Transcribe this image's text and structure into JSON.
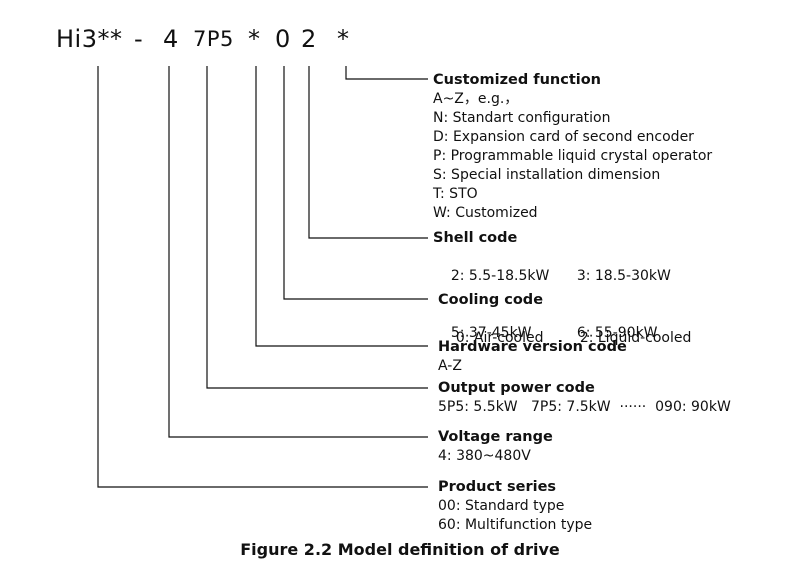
{
  "code": {
    "series": "Hi3**",
    "dash": "-",
    "voltage": "4",
    "power": "7P5",
    "hardware": "*",
    "cooling": "0",
    "shell": "2",
    "custom": "*"
  },
  "customized": {
    "title": "Customized function",
    "lines": [
      "A~Z，e.g.，",
      "N: Standart configuration",
      "D: Expansion card of second encoder",
      "P: Programmable liquid crystal operator",
      "S: Special installation dimension",
      "T: STO",
      "W: Customized"
    ]
  },
  "shell": {
    "title": "Shell code",
    "rows": [
      [
        "2: 5.5-18.5kW",
        "3: 18.5-30kW"
      ],
      [
        "5: 37-45kW",
        "6: 55-90kW"
      ]
    ]
  },
  "cooling": {
    "title": "Cooling code",
    "rows": [
      [
        "0: Air-cooled",
        "2: Liquid-cooled"
      ]
    ]
  },
  "hardware": {
    "title": "Hardware version code",
    "lines": [
      "A-Z"
    ]
  },
  "power": {
    "title": "Output power code",
    "lines": [
      "5P5: 5.5kW   7P5: 7.5kW  ······  090: 90kW"
    ]
  },
  "voltage": {
    "title": "Voltage range",
    "lines": [
      "4: 380~480V"
    ]
  },
  "series": {
    "title": "Product series",
    "lines": [
      "00: Standard type",
      "60: Multifunction type"
    ]
  },
  "caption": "Figure 2.2 Model definition of drive"
}
